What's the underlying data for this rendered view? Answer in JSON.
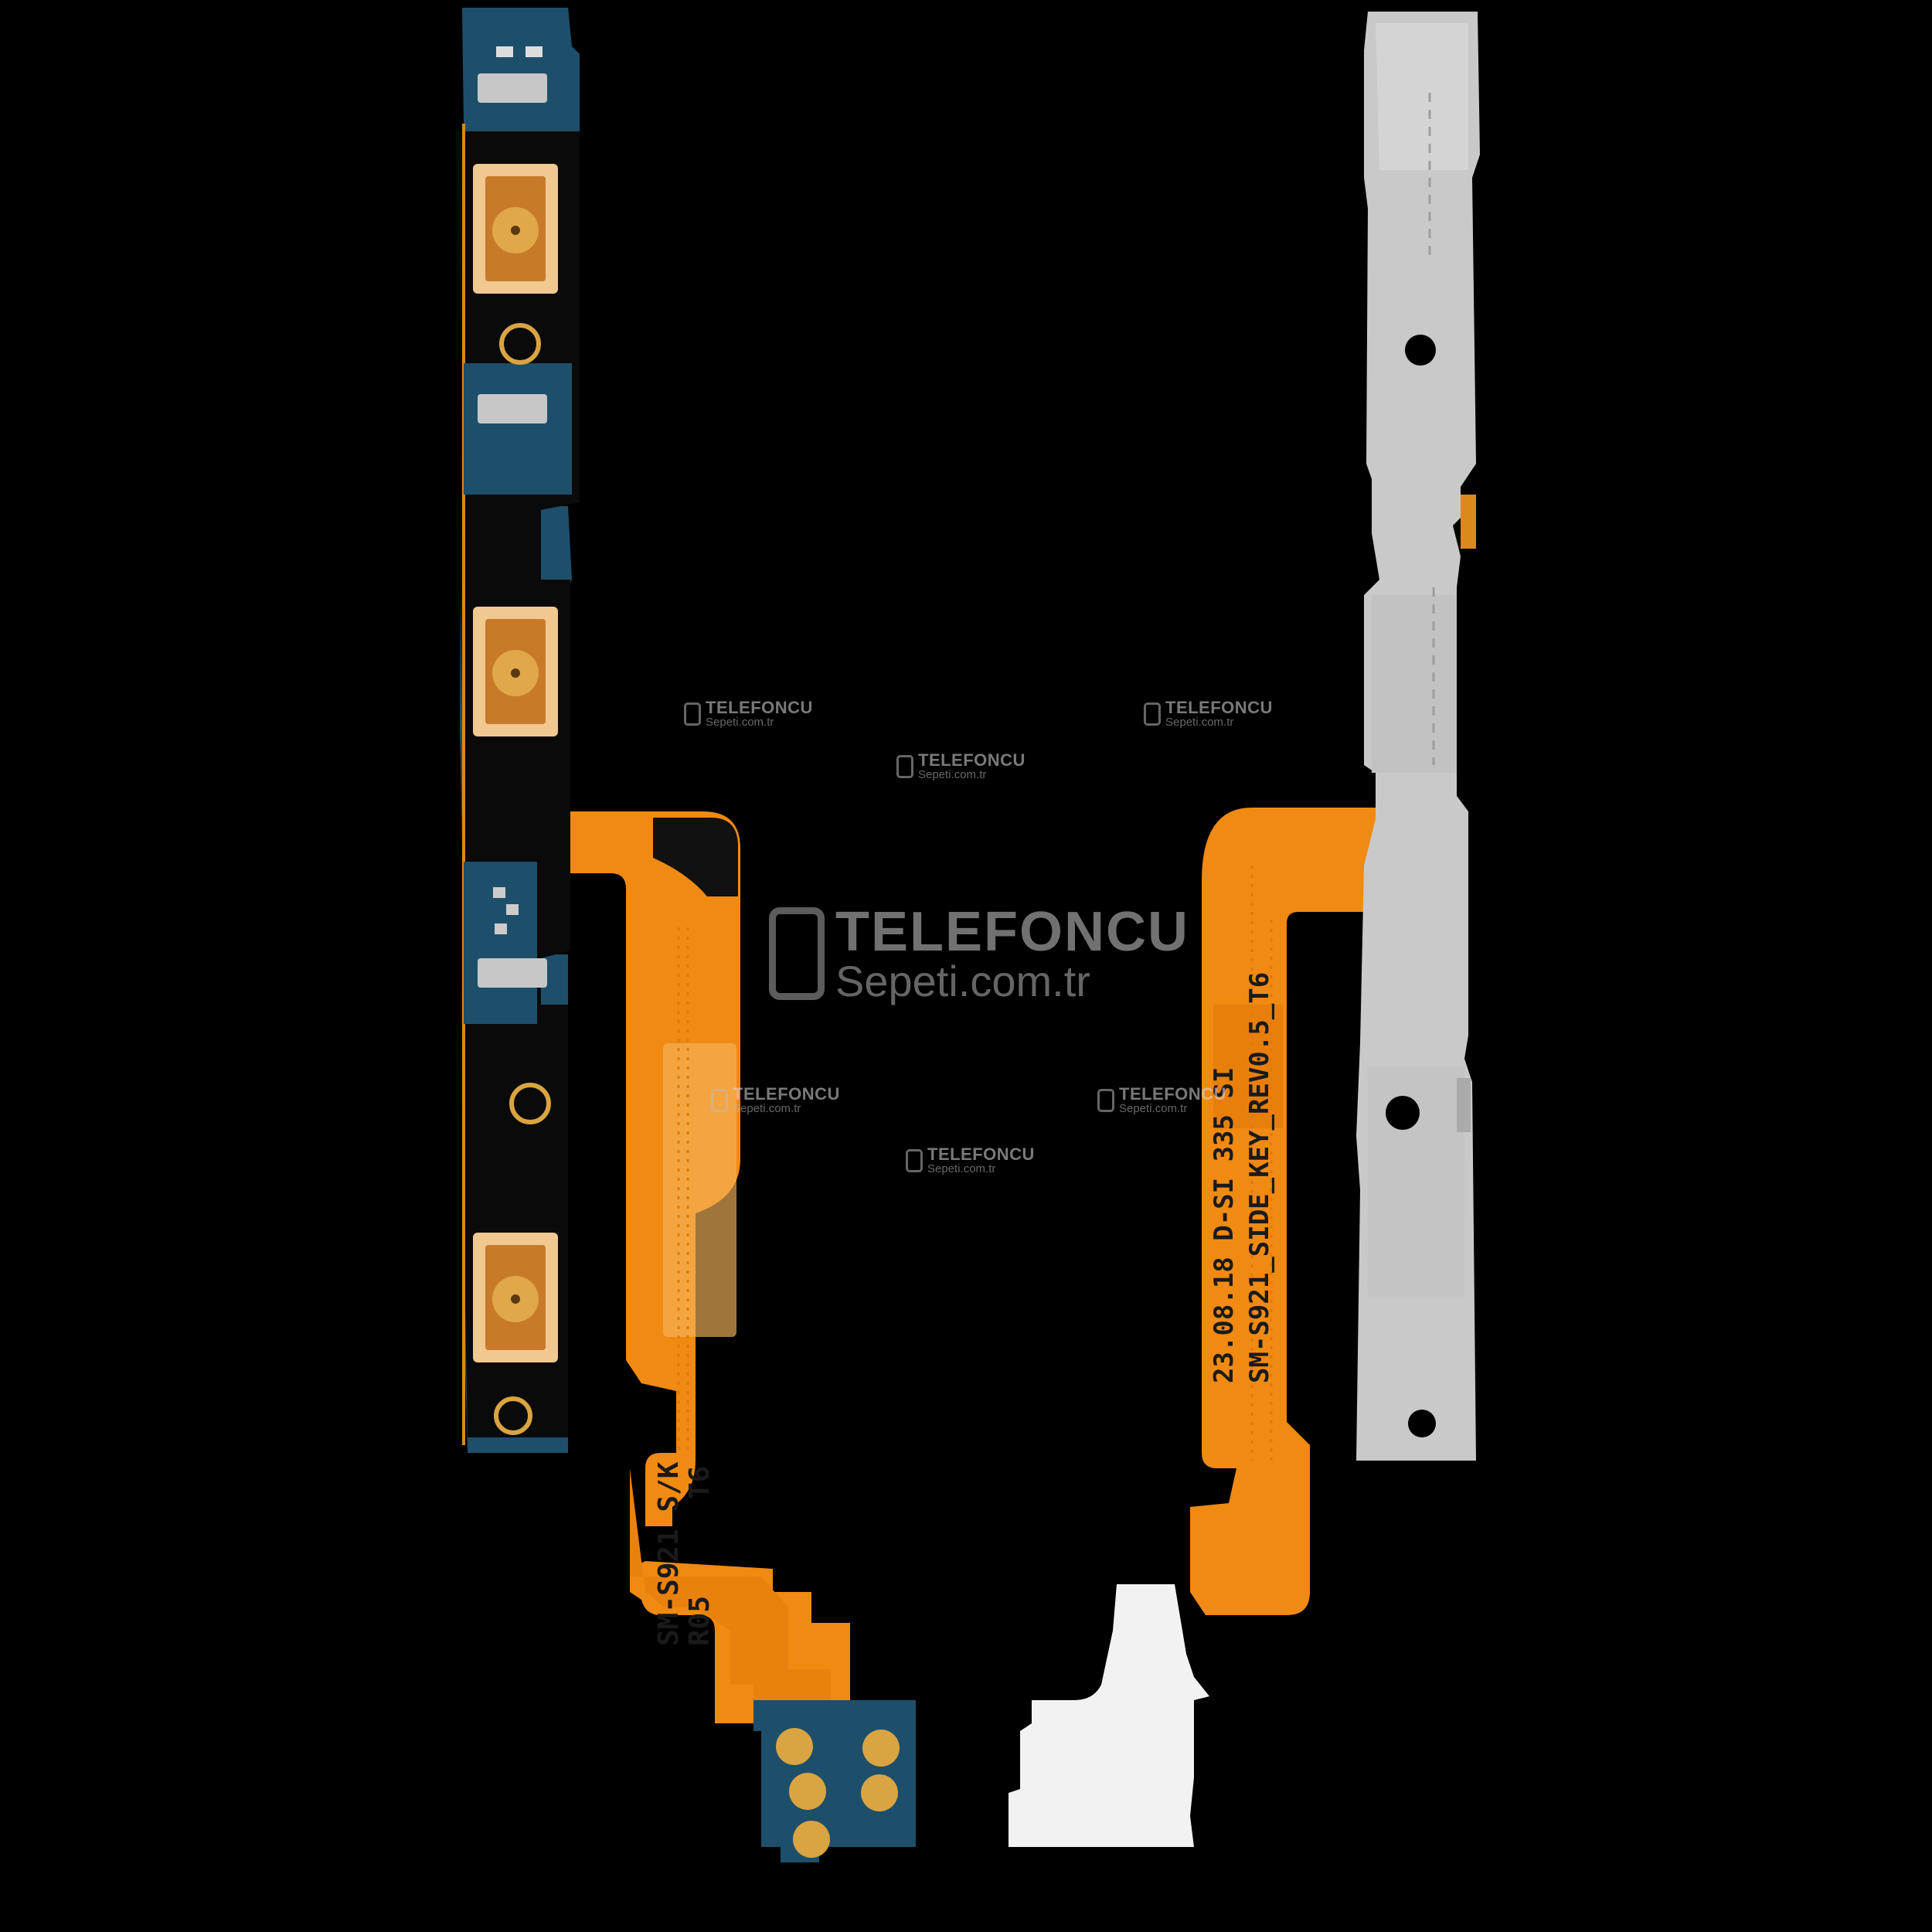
{
  "photo": {
    "subject": "Samsung side key flex cable pair",
    "background": "#000000"
  },
  "left_flex": {
    "silkscreen_model": "SM-S921 S/K",
    "silkscreen_rev": "R05",
    "silkscreen_code": "T6",
    "colors": {
      "board_blue": "#1d4f6b",
      "flex_orange": "#f08a12",
      "stiffener_black": "#0a0a0a",
      "contact_gold": "#d9a441"
    }
  },
  "right_flex": {
    "silkscreen_date": "23.08.18 D-SI 335 SI",
    "silkscreen_model": "SM-S921_SIDE_KEY_REV0.5_T6",
    "colors": {
      "flex_orange": "#f08a12",
      "steel": "#c9c9c9",
      "white_pad": "#f2f2f2"
    }
  },
  "watermarks": {
    "brand": "TELEFONCU",
    "domain": "Sepeti.com.tr"
  }
}
